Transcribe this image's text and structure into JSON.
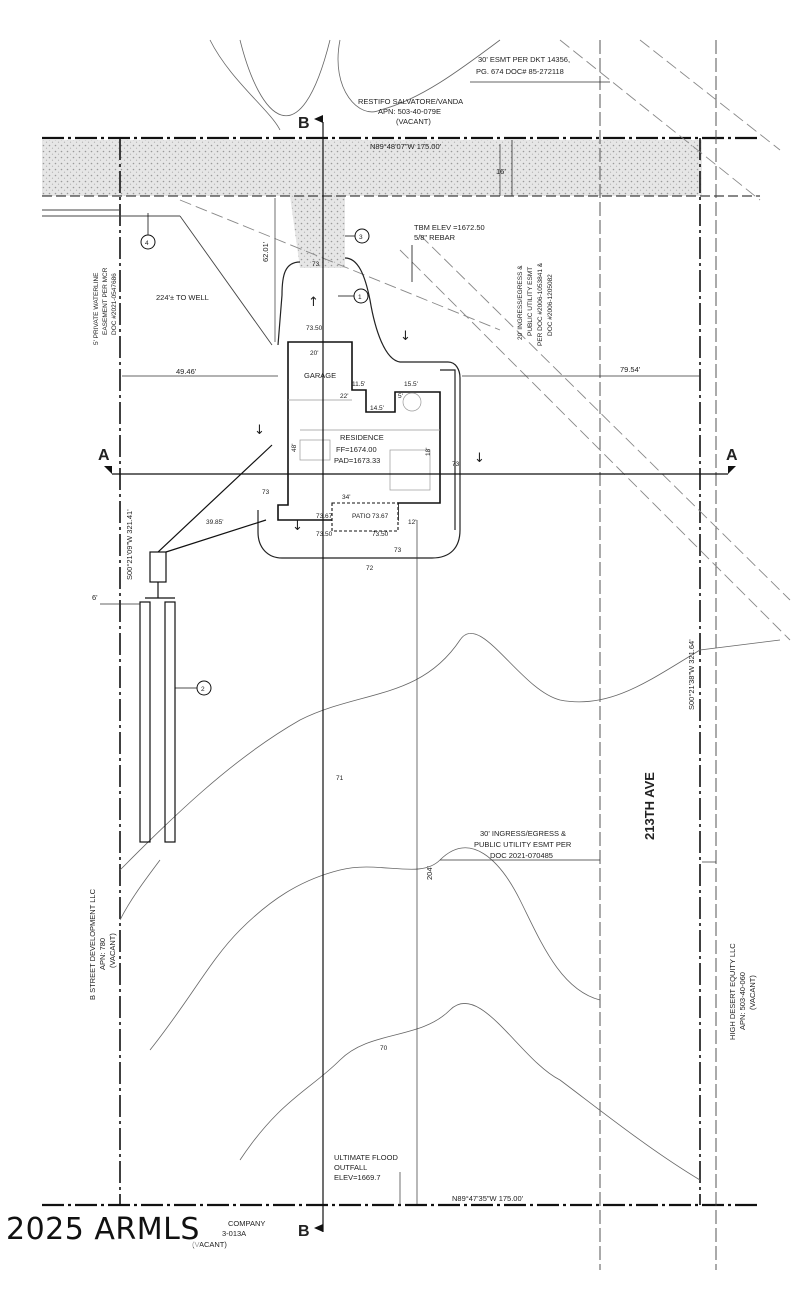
{
  "owners": {
    "north": {
      "name": "RESTIFO SALVATORE/VANDA",
      "apn": "APN: 503-40-079E",
      "status": "(VACANT)"
    },
    "west": {
      "name": "B STREET DEVELOPMENT LLC",
      "apn": "APN: 780",
      "status": "(VACANT)"
    },
    "east": {
      "name": "HIGH DESERT EQUITY LLC",
      "apn": "APN: 503-40-060",
      "status": "(VACANT)"
    },
    "south": {
      "name": "COMPANY",
      "apn": "3-013A",
      "status": "(VACANT)"
    }
  },
  "easements": {
    "north_esmt_line1": "30' ESMT PER DKT 14356,",
    "north_esmt_line2": "PG. 674 DOC# 85-272118",
    "waterline_line1": "5' PRIVATE WATERLINE",
    "waterline_line2": "EASEMENT PER MCR",
    "waterline_line3": "DOC #2021-0547686",
    "ingress_line1": "20' INGRESS/EGRESS &",
    "ingress_line2": "PUBLIC UTILITY ESMT",
    "ingress_line3": "PER DOC #2006-1053841 &",
    "ingress_line4": "DOC #2006-1205082",
    "east_esmt_line1": "30' INGRESS/EGRESS &",
    "east_esmt_line2": "PUBLIC UTILITY ESMT PER",
    "east_esmt_line3": "DOC 2021-070485"
  },
  "bearings": {
    "north": "N89°48'07\"W  175.00'",
    "south": "N89°47'35\"W  175.00'",
    "west": "S00°21'09\"W  321.41'",
    "east": "S00°21'38\"W  321.64'"
  },
  "dimensions": {
    "d1": "16'",
    "d2": "62.01'",
    "d3": "224'± TO WELL",
    "d4": "49.46'",
    "d5": "79.54'",
    "d6": "20'",
    "d7": "22'",
    "d8": "15.5'",
    "d9": "5'",
    "d10": "14.5'",
    "d11": "11.5'",
    "d12": "48'",
    "d13": "18'",
    "d14": "34'",
    "d15": "12'",
    "d16": "39.85'",
    "d17": "6'",
    "d18": "204'",
    "d19": "73.50",
    "d20": "73.50",
    "d21": "73.50",
    "d22": "73.67",
    "d23": "73.67"
  },
  "building": {
    "garage": "GARAGE",
    "residence": "RESIDENCE",
    "ff": "FF=1674.00",
    "pad": "PAD=1673.33",
    "patio": "PATIO"
  },
  "tbm": {
    "line1": "TBM ELEV =1672.50",
    "line2": "5/8\" REBAR"
  },
  "flood": {
    "line1": "ULTIMATE FLOOD",
    "line2": "OUTFALL",
    "line3": "ELEV=1669.7"
  },
  "street": "213TH AVE",
  "sections": {
    "a": "A",
    "b": "B"
  },
  "callouts": [
    "1",
    "2",
    "3",
    "4"
  ],
  "contours": {
    "c72": "72",
    "c73": "73",
    "c71": "71",
    "c70": "70"
  },
  "watermark": "2025 ARMLS"
}
